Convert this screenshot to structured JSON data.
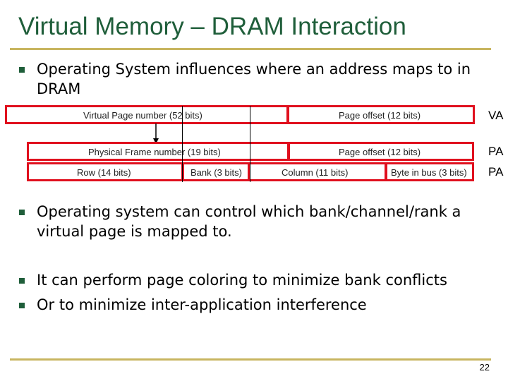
{
  "slide": {
    "title": "Virtual Memory – DRAM Interaction",
    "page_number": "22",
    "colors": {
      "title": "#1f5e3a",
      "rule": "#c8b560",
      "box_border": "#e0101e"
    }
  },
  "bullets_top": [
    {
      "line1": "Operating System influences where an address maps to in",
      "line2": "DRAM"
    }
  ],
  "diagram": {
    "va_row": {
      "page_number": "Virtual Page number (52 bits)",
      "page_offset": "Page offset (12 bits)",
      "tag": "VA"
    },
    "pa_row": {
      "frame_number": "Physical Frame number (19 bits)",
      "page_offset": "Page offset (12 bits)",
      "tag": "PA"
    },
    "dram_row": {
      "row": "Row (14 bits)",
      "bank": "Bank (3 bits)",
      "column": "Column (11 bits)",
      "byte": "Byte in bus (3 bits)",
      "tag": "PA"
    }
  },
  "bullets_bottom": [
    {
      "line1": "Operating system can control which bank/channel/rank a",
      "line2": "virtual page is mapped to."
    },
    {
      "line1": "It can perform page coloring to minimize bank conflicts"
    },
    {
      "line1": "Or to minimize inter-application interference"
    }
  ]
}
